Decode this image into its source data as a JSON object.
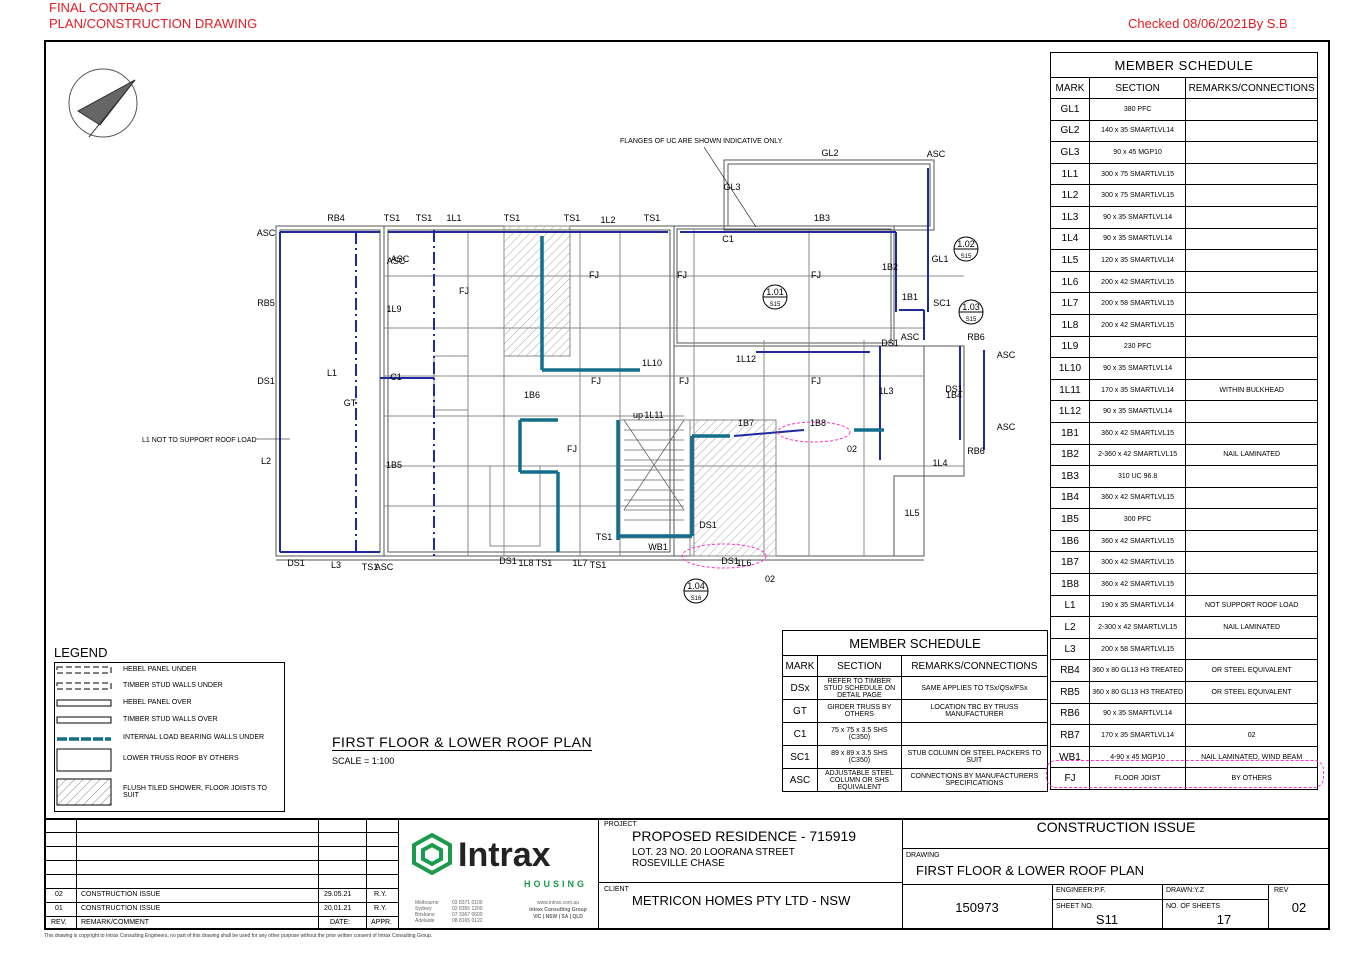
{
  "header": {
    "status_line1": "FINAL CONTRACT",
    "status_line2": "PLAN/CONSTRUCTION DRAWING",
    "checked": "Checked 08/06/2021By S.B"
  },
  "drawing": {
    "title": "FIRST FLOOR & LOWER ROOF PLAN",
    "scale": "SCALE = 1:100",
    "note_flanges": "FLANGES OF UC ARE SHOWN INDICATIVE ONLY",
    "note_l1": "L1 NOT TO SUPPORT ROOF LOAD",
    "section_markers": [
      {
        "id": "1.01",
        "sheet": "S15"
      },
      {
        "id": "1.02",
        "sheet": "S15"
      },
      {
        "id": "1.03",
        "sheet": "S15"
      },
      {
        "id": "1.04",
        "sheet": "S16"
      }
    ],
    "labels": [
      "RB4",
      "TS1",
      "TS1",
      "1L1",
      "TS1",
      "TS1",
      "1L2",
      "TS1",
      "1B3",
      "GL2",
      "GL3",
      "ASC",
      "ASC",
      "ASC",
      "C1",
      "GL1",
      "1B2",
      "1B1",
      "SC1",
      "RB5",
      "1L9",
      "DS1",
      "L1",
      "C1",
      "GT",
      "1B6",
      "1L10",
      "1L12",
      "DS1",
      "RB6",
      "ASC",
      "1B5",
      "1L11",
      "1B7",
      "1B8",
      "1L3",
      "DS1",
      "1B4",
      "RB6",
      "L2",
      "FJ",
      "FJ",
      "FJ",
      "FJ",
      "FJ",
      "FJ",
      "FJ",
      "FJ",
      "1L4",
      "1L5",
      "WB1",
      "DS1",
      "L3",
      "TS1",
      "DS1",
      "1L8",
      "TS1",
      "1L7",
      "TS1",
      "1L6",
      "DS1",
      "up",
      "02",
      "02",
      "ASC",
      "ASC",
      "ASC",
      "TS1",
      "DS1",
      "ASC"
    ]
  },
  "member_schedule_main": {
    "title": "MEMBER SCHEDULE",
    "headers": [
      "MARK",
      "SECTION",
      "REMARKS/CONNECTIONS"
    ],
    "rows": [
      [
        "GL1",
        "380 PFC",
        ""
      ],
      [
        "GL2",
        "140 x 35 SMARTLVL14",
        ""
      ],
      [
        "GL3",
        "90 x 45 MGP10",
        ""
      ],
      [
        "1L1",
        "300 x 75 SMARTLVL15",
        ""
      ],
      [
        "1L2",
        "300 x 75 SMARTLVL15",
        ""
      ],
      [
        "1L3",
        "90 x 35 SMARTLVL14",
        ""
      ],
      [
        "1L4",
        "90 x 35 SMARTLVL14",
        ""
      ],
      [
        "1L5",
        "120 x 35 SMARTLVL14",
        ""
      ],
      [
        "1L6",
        "200 x 42 SMARTLVL15",
        ""
      ],
      [
        "1L7",
        "200 x 58 SMARTLVL15",
        ""
      ],
      [
        "1L8",
        "200 x 42 SMARTLVL15",
        ""
      ],
      [
        "1L9",
        "230 PFC",
        ""
      ],
      [
        "1L10",
        "90 x 35 SMARTLVL14",
        ""
      ],
      [
        "1L11",
        "170 x 35 SMARTLVL14",
        "WITHIN BULKHEAD"
      ],
      [
        "1L12",
        "90 x 35 SMARTLVL14",
        ""
      ],
      [
        "1B1",
        "360 x 42 SMARTLVL15",
        ""
      ],
      [
        "1B2",
        "2-360 x 42 SMARTLVL15",
        "NAIL LAMINATED"
      ],
      [
        "1B3",
        "310 UC 96.8",
        ""
      ],
      [
        "1B4",
        "360 x 42 SMARTLVL15",
        ""
      ],
      [
        "1B5",
        "300 PFC",
        ""
      ],
      [
        "1B6",
        "360 x 42 SMARTLVL15",
        ""
      ],
      [
        "1B7",
        "300 x 42 SMARTLVL15",
        ""
      ],
      [
        "1B8",
        "360 x 42 SMARTLVL15",
        ""
      ],
      [
        "L1",
        "190 x 35 SMARTLVL14",
        "NOT SUPPORT ROOF LOAD"
      ],
      [
        "L2",
        "2-300 x 42 SMARTLVL15",
        "NAIL LAMINATED"
      ],
      [
        "L3",
        "200 x 58 SMARTLVL15",
        ""
      ],
      [
        "RB4",
        "360 x 80 GL13 H3 TREATED",
        "OR STEEL EQUIVALENT"
      ],
      [
        "RB5",
        "360 x 80 GL13 H3 TREATED",
        "OR STEEL EQUIVALENT"
      ],
      [
        "RB6",
        "90 x 35 SMARTLVL14",
        ""
      ],
      [
        "RB7",
        "170 x 35 SMARTLVL14",
        "02"
      ],
      [
        "WB1",
        "4-90 x 45 MGP10",
        "NAIL LAMINATED, WIND BEAM"
      ],
      [
        "FJ",
        "FLOOR JOIST",
        "BY OTHERS"
      ]
    ]
  },
  "member_schedule_small": {
    "title": "MEMBER SCHEDULE",
    "headers": [
      "MARK",
      "SECTION",
      "REMARKS/CONNECTIONS"
    ],
    "rows": [
      [
        "DSx",
        "REFER TO TIMBER STUD SCHEDULE ON DETAIL PAGE",
        "SAME APPLIES TO TSx/QSx/FSx"
      ],
      [
        "GT",
        "GIRDER TRUSS BY OTHERS",
        "LOCATION TBC BY TRUSS MANUFACTURER"
      ],
      [
        "C1",
        "75 x 75 x 3.5 SHS (C350)",
        ""
      ],
      [
        "SC1",
        "89 x 89 x 3.5 SHS (C350)",
        "STUB COLUMN OR STEEL PACKERS TO SUIT"
      ],
      [
        "ASC",
        "ADJUSTABLE STEEL COLUMN OR SHS EQUIVALENT",
        "CONNECTIONS BY MANUFACTURERS SPECIFICATIONS"
      ]
    ]
  },
  "legend": {
    "title": "LEGEND",
    "items": [
      "HEBEL PANEL UNDER",
      "TIMBER STUD WALLS UNDER",
      "HEBEL PANEL OVER",
      "TIMBER STUD WALLS OVER",
      "INTERNAL LOAD BEARING WALLS UNDER",
      "LOWER TRUSS ROOF BY OTHERS",
      "FLUSH TILED SHOWER, FLOOR JOISTS TO SUIT"
    ]
  },
  "revisions": {
    "rows": [
      [
        "02",
        "CONSTRUCTION ISSUE",
        "29.05.21",
        "R.Y."
      ],
      [
        "01",
        "CONSTRUCTION ISSUE",
        "20.01.21",
        "R.Y."
      ]
    ],
    "headers": [
      "REV.",
      "REMARK/COMMENT",
      "DATE:",
      "APPR."
    ]
  },
  "company": {
    "name": "Intrax",
    "sub": "HOUSING",
    "offices": [
      "Melbourne",
      "Sydney",
      "Brisbane",
      "Adelaide"
    ],
    "phones": [
      "03 8371 0100",
      "02 8355 1200",
      "07 3367 0600",
      "08 8165 0122"
    ],
    "website": "www.intrax.com.au",
    "group": "Intrax Consulting Group",
    "states": "VIC | NSW | SA | QLD"
  },
  "project": {
    "label": "PROJECT",
    "name": "PROPOSED RESIDENCE - 715919",
    "address1": "LOT. 23 NO. 20 LOORANA STREET",
    "address2": "ROSEVILLE CHASE",
    "client_label": "CLIENT",
    "client": "METRICON HOMES PTY LTD - NSW"
  },
  "titleblock": {
    "issue": "CONSTRUCTION ISSUE",
    "drawing_label": "DRAWING",
    "drawing": "FIRST FLOOR & LOWER ROOF PLAN",
    "job_no": "150973",
    "engineer": "ENGINEER:P.F.",
    "drawn": "DRAWN:Y.Z",
    "rev_label": "REV",
    "rev": "02",
    "sheet_label": "SHEET NO.",
    "sheet": "S11",
    "sheets_label": "NO. OF SHEETS",
    "sheets": "17"
  },
  "copyright": "This drawing is copyright to Intrax Consulting Engineers, no part of this drawing shall be used for any other purpose without the prior written consent of Intrax Consulting Group."
}
